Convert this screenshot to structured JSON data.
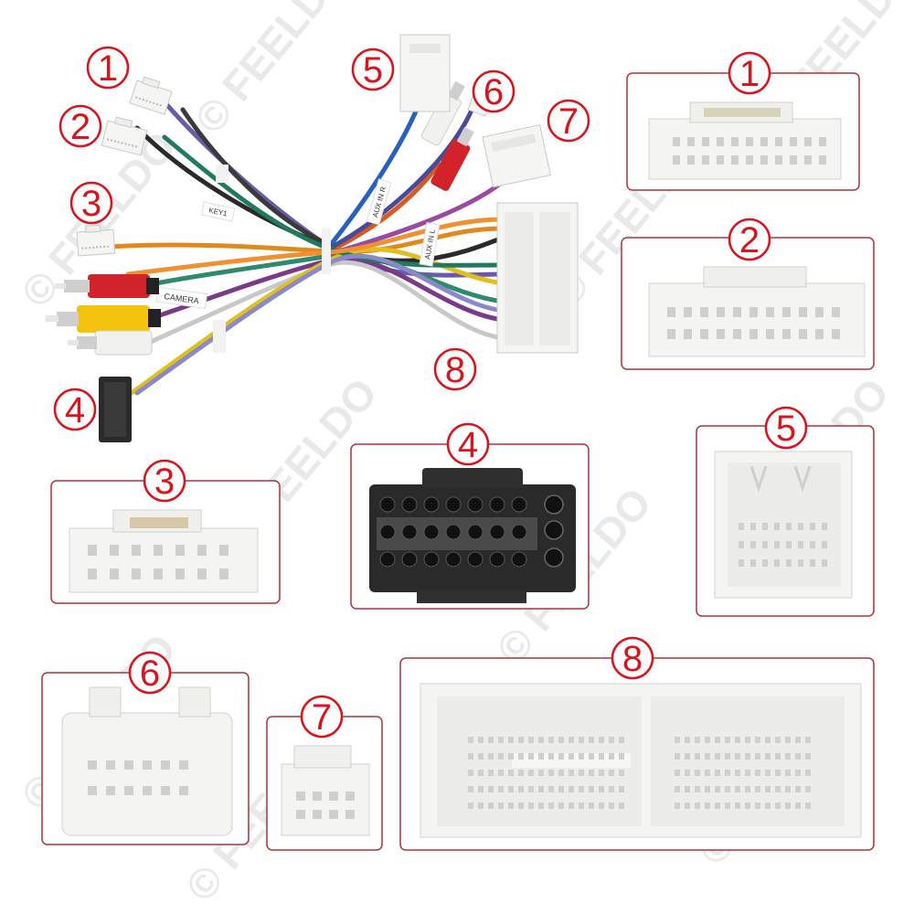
{
  "watermark": {
    "text": "© FEELDO"
  },
  "colors": {
    "badge_red": "#d8141c",
    "frame_red": "#b03038",
    "connector": "#f4f4f2",
    "cavity": "#cfcfcb",
    "black_connector": "#2a2a2a"
  },
  "harness": {
    "labels": [
      "1",
      "2",
      "3",
      "4",
      "5",
      "6",
      "7",
      "8"
    ],
    "wire_tags": [
      "CAMERA",
      "AUX IN R",
      "KEY1",
      "AUX IN L"
    ]
  },
  "panels": [
    {
      "number": "1"
    },
    {
      "number": "2"
    },
    {
      "number": "3"
    },
    {
      "number": "4"
    },
    {
      "number": "5"
    },
    {
      "number": "6"
    },
    {
      "number": "7"
    },
    {
      "number": "8"
    }
  ]
}
